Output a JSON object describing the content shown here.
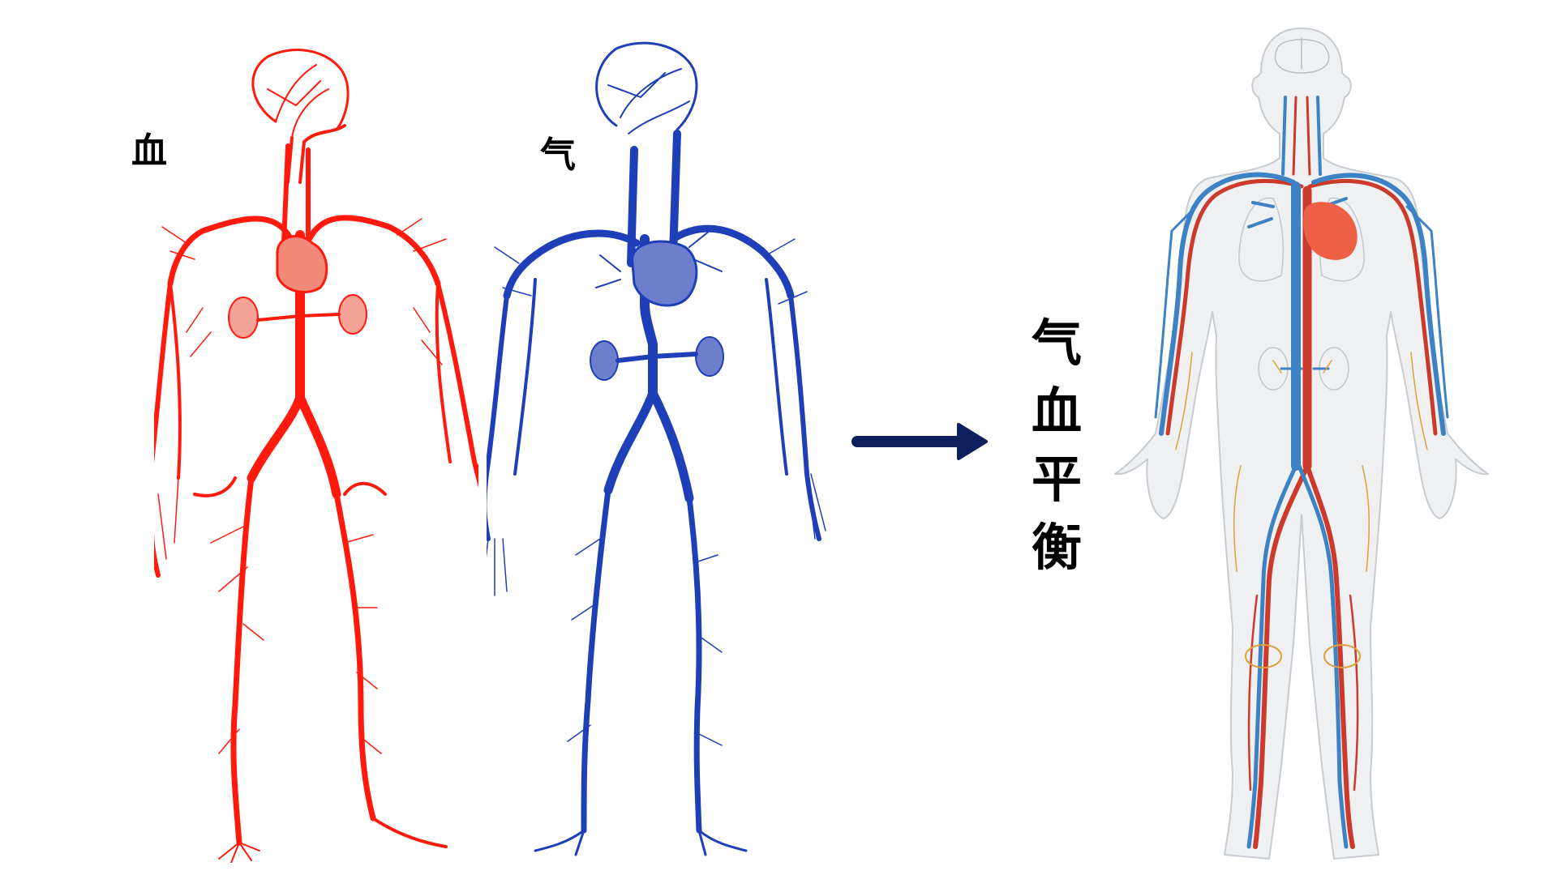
{
  "labels": {
    "blood": "血",
    "qi": "气"
  },
  "title_vertical": [
    "气",
    "血",
    "平",
    "衡"
  ],
  "figures": [
    {
      "name": "arterial-system",
      "description": "red arterial circulatory system figure",
      "color": "#ff1a0d"
    },
    {
      "name": "venous-system",
      "description": "blue venous circulatory system figure",
      "color": "#1e3fb8"
    },
    {
      "name": "combined-circulatory-system",
      "description": "combined red and blue circulatory system figure",
      "colors": {
        "artery": "#cc3a2b",
        "vein": "#3c82c4",
        "heart": "#ef5f45",
        "body": "#eef0f2",
        "outline": "#c7ccd2"
      }
    }
  ],
  "arrow": {
    "color": "#0d1f5c",
    "direction": "right"
  }
}
